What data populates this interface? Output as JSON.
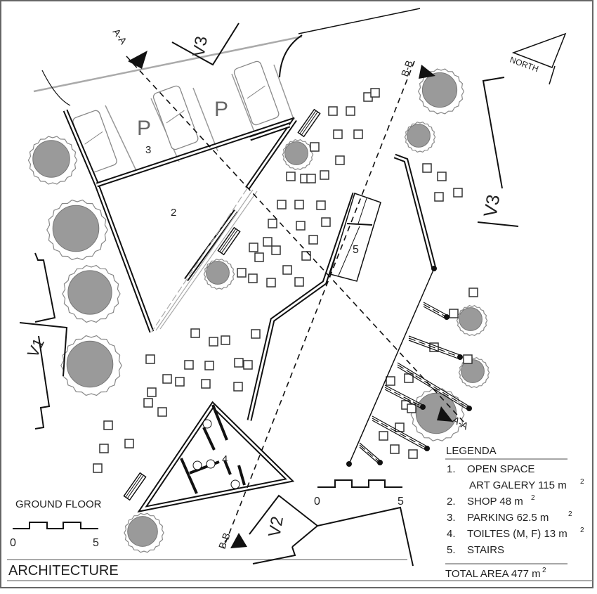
{
  "drawing": {
    "title": "ARCHITECTURE",
    "floor_label": "GROUND FLOOR",
    "north_label": "NORTH"
  },
  "scale_bar_left": {
    "start": "0",
    "end": "5"
  },
  "scale_bar_right": {
    "start": "0",
    "end": "5"
  },
  "section_markers": {
    "aa_top": "A-A",
    "aa_bottom": "A-A",
    "bb_top": "B-B",
    "bb_bottom": "B-B"
  },
  "view_markers": {
    "v1": "V1",
    "v2": "V2",
    "v3_top": "V3",
    "v3_right": "V3"
  },
  "plan_labels": {
    "room_2": "2",
    "room_3": "3",
    "room_4": "4",
    "room_5": "5",
    "parking_p1": "P",
    "parking_p2": "P"
  },
  "legend": {
    "title": "LEGENDA",
    "items": [
      {
        "num": "1.",
        "label": "OPEN SPACE",
        "sub": "ART GALERY 115 m",
        "sup": "2"
      },
      {
        "num": "2.",
        "label": "SHOP 48 m",
        "sup": "2"
      },
      {
        "num": "3.",
        "label": "PARKING   62.5 m",
        "sup": "2"
      },
      {
        "num": "4.",
        "label": "TOILTES (M, F) 13 m",
        "sup": "2"
      },
      {
        "num": "5.",
        "label": "STAIRS"
      }
    ],
    "total_label": "TOTAL AREA  477 m",
    "total_sup": "2"
  },
  "colors": {
    "line": "#111111",
    "tree": "#9a9a9a",
    "frame": "#666666"
  }
}
